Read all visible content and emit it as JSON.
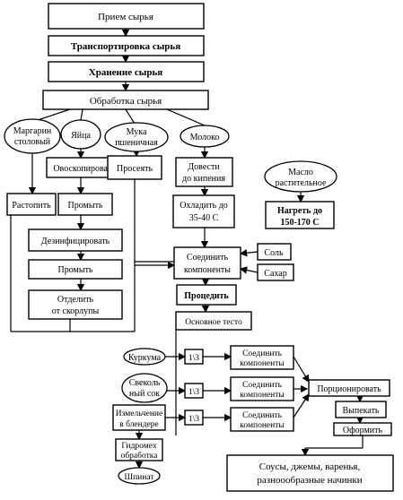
{
  "boxes": {
    "priem": "Прием сырья",
    "transport": "Транспортировка сырья",
    "hranenie": "Хранение сырья",
    "obrabotka": "Обработка сырья",
    "ovoskop": "Овоскопировать",
    "rastopit": "Растопить",
    "promyt1": "Промыть",
    "dezinf": "Дезинфицировать",
    "promyt2": "Промыть",
    "otdelit_1": "Отделить",
    "otdelit_2": "от скорлупы",
    "proseyat": "Просеять",
    "dovesti_1": "Довести",
    "dovesti_2": "до кипения",
    "ohladit_1": "Охладить до",
    "ohladit_2": "35-40   С",
    "nagret_1": "Нагреть до",
    "nagret_2": "150-170   С",
    "soedinit_1": "Соединить",
    "soedinit_2": "компоненты",
    "sol": "Соль",
    "sahar": "Сахар",
    "procedit": "Процедить",
    "osnovnoe": "Основное тесто",
    "r1": "1\\3",
    "r2": "1\\3",
    "r3": "1\\3",
    "sk1_1": "Соединить",
    "sk1_2": "компоненты",
    "sk2_1": "Соединить",
    "sk2_2": "компоненты",
    "sk3_1": "Соединить",
    "sk3_2": "компоненты",
    "porcion": "Порционировать",
    "vypekat": "Выпекать",
    "oformit": "Оформить",
    "izmel_1": "Измельчение",
    "izmel_2": "в блендере",
    "gidro_1": "Гидромех",
    "gidro_2": "обработка",
    "sousy_1": "Соусы, джемы, варенья,",
    "sousy_2": "разноообразные начинки"
  },
  "ellipses": {
    "margarin_1": "Маргарин",
    "margarin_2": "столовый",
    "yaica": "Яйца",
    "muka_1": "Мука",
    "muka_2": "пшеничная",
    "moloko": "Молоко",
    "maslo_1": "Масло",
    "maslo_2": "растительное",
    "kurkuma": "Куркума",
    "svekla_1": "Свеколь",
    "svekla_2": "ный сок",
    "shpinat": "Шпинат"
  }
}
